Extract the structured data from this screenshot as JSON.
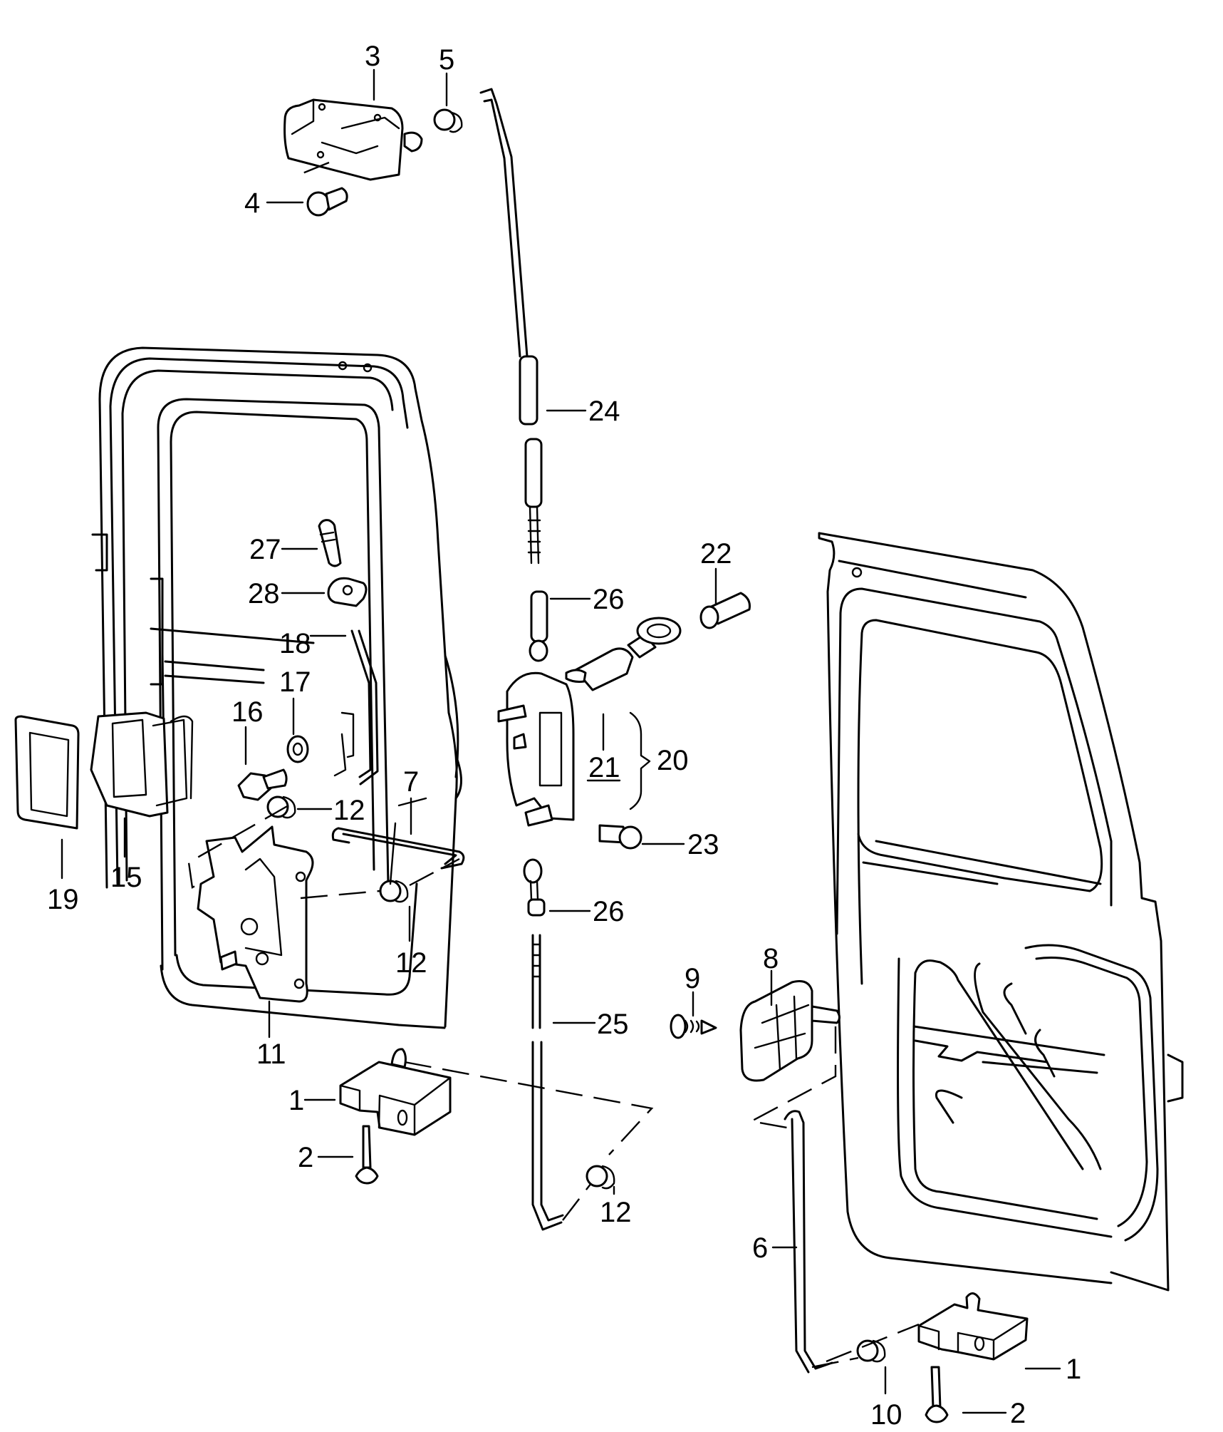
{
  "diagram": {
    "type": "exploded parts diagram",
    "subject": "rear door lock, handle and linkage assembly",
    "line_color": "#000000",
    "background": "#ffffff",
    "callouts": [
      {
        "id": "c3",
        "number": "3",
        "part": "striker/catch bracket (top)"
      },
      {
        "id": "c5",
        "number": "5",
        "part": "rod clip"
      },
      {
        "id": "c4",
        "number": "4",
        "part": "screw"
      },
      {
        "id": "c24",
        "number": "24",
        "part": "upper rod with sleeve"
      },
      {
        "id": "c27",
        "number": "27",
        "part": "lock knob"
      },
      {
        "id": "c28",
        "number": "28",
        "part": "knob guide"
      },
      {
        "id": "c26a",
        "number": "26",
        "part": "rod connector"
      },
      {
        "id": "c22",
        "number": "22",
        "part": "lock barrel"
      },
      {
        "id": "c18",
        "number": "18",
        "part": "lock rod"
      },
      {
        "id": "c17",
        "number": "17",
        "part": "washer"
      },
      {
        "id": "c16",
        "number": "16",
        "part": "bolt"
      },
      {
        "id": "c21",
        "number": "21",
        "part": "lock cylinder with key"
      },
      {
        "id": "c20",
        "number": "20",
        "part": "handle assembly"
      },
      {
        "id": "c19",
        "number": "19",
        "part": "handle gasket"
      },
      {
        "id": "c15",
        "number": "15",
        "part": "inner handle"
      },
      {
        "id": "c12a",
        "number": "12",
        "part": "rod clip"
      },
      {
        "id": "c7",
        "number": "7",
        "part": "connecting rod"
      },
      {
        "id": "c23",
        "number": "23",
        "part": "screw"
      },
      {
        "id": "c12b",
        "number": "12",
        "part": "rod clip"
      },
      {
        "id": "c26b",
        "number": "26",
        "part": "rod connector"
      },
      {
        "id": "c11",
        "number": "11",
        "part": "door lock"
      },
      {
        "id": "c8",
        "number": "8",
        "part": "lock / bumper block"
      },
      {
        "id": "c9",
        "number": "9",
        "part": "screw"
      },
      {
        "id": "c25",
        "number": "25",
        "part": "lower rod"
      },
      {
        "id": "c1a",
        "number": "1",
        "part": "lower catch"
      },
      {
        "id": "c2a",
        "number": "2",
        "part": "countersunk screw"
      },
      {
        "id": "c12c",
        "number": "12",
        "part": "rod clip"
      },
      {
        "id": "c6",
        "number": "6",
        "part": "rod"
      },
      {
        "id": "c1b",
        "number": "1",
        "part": "lower catch"
      },
      {
        "id": "c10",
        "number": "10",
        "part": "rod clip"
      },
      {
        "id": "c2b",
        "number": "2",
        "part": "countersunk screw"
      }
    ]
  }
}
